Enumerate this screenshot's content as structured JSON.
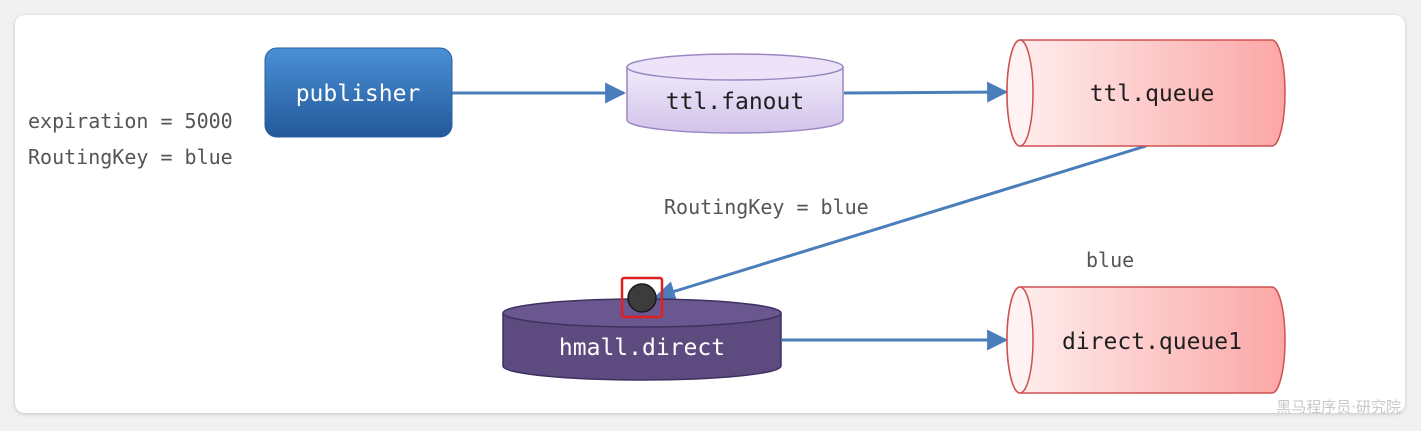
{
  "nodes": {
    "publisher": "publisher",
    "ttl_fanout": "ttl.fanout",
    "ttl_queue": "ttl.queue",
    "hmall_direct": "hmall.direct",
    "direct_queue1": "direct.queue1"
  },
  "annotations": {
    "expiration": "expiration = 5000",
    "routing_key_left": "RoutingKey = blue",
    "routing_key_mid": "RoutingKey = blue",
    "binding_key": "blue"
  },
  "watermark": "黑马程序员·研究院",
  "colors": {
    "publisher": "#2f6fb5",
    "fanout": "#ddd0f0",
    "queue": "#fbd0d0",
    "direct": "#5d4a7e",
    "arrow": "#4a7ebb",
    "highlight": "#e02020"
  }
}
